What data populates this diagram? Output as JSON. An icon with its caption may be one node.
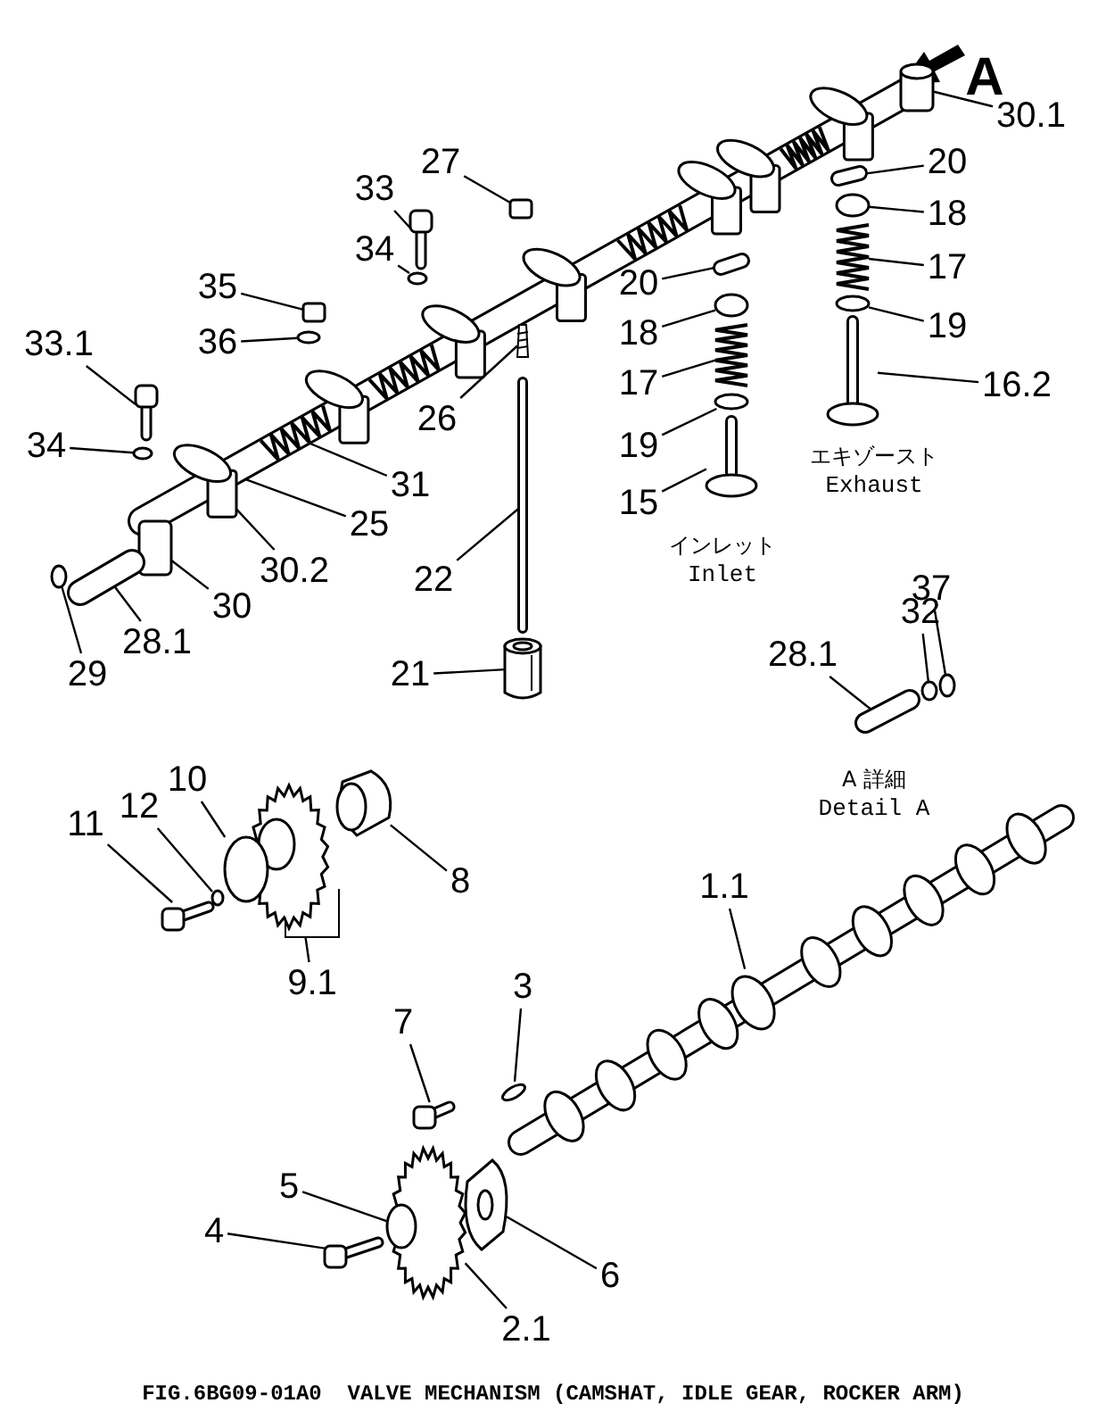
{
  "diagram": {
    "caption": "FIG.6BG09-01A0  VALVE MECHANISM (CAMSHAT, IDLE GEAR, ROCKER ARM)",
    "nodes": [
      {
        "text": [
          "30.1"
        ]
      },
      {
        "text": [
          "20"
        ]
      },
      {
        "text": [
          "18"
        ]
      },
      {
        "text": [
          "17"
        ]
      },
      {
        "text": [
          "19"
        ]
      },
      {
        "text": [
          "16.2"
        ]
      },
      {
        "text": [
          "27"
        ]
      },
      {
        "text": [
          "33"
        ]
      },
      {
        "text": [
          "34"
        ]
      },
      {
        "text": [
          "35"
        ]
      },
      {
        "text": [
          "36"
        ]
      },
      {
        "text": [
          "33.1"
        ]
      },
      {
        "text": [
          "20"
        ]
      },
      {
        "text": [
          "18"
        ]
      },
      {
        "text": [
          "17"
        ]
      },
      {
        "text": [
          "19"
        ]
      },
      {
        "text": [
          "26"
        ]
      },
      {
        "text": [
          "34"
        ]
      },
      {
        "text": [
          "31"
        ]
      },
      {
        "text": [
          "25"
        ]
      },
      {
        "text": [
          "15"
        ]
      },
      {
        "text": [
          "30.2"
        ]
      },
      {
        "text": [
          "30"
        ]
      },
      {
        "text": [
          "22"
        ]
      },
      {
        "text": [
          "28.1"
        ]
      },
      {
        "text": [
          "29"
        ]
      },
      {
        "text": [
          "21"
        ]
      },
      {
        "text": [
          "37"
        ]
      },
      {
        "text": [
          "32"
        ]
      },
      {
        "text": [
          "28.1"
        ]
      },
      {
        "text": [
          "10"
        ]
      },
      {
        "text": [
          "12"
        ]
      },
      {
        "text": [
          "11"
        ]
      },
      {
        "text": [
          "8"
        ]
      },
      {
        "text": [
          "9.1"
        ]
      },
      {
        "text": [
          "1.1"
        ]
      },
      {
        "text": [
          "3"
        ]
      },
      {
        "text": [
          "7"
        ]
      },
      {
        "text": [
          "5"
        ]
      },
      {
        "text": [
          "6"
        ]
      },
      {
        "text": [
          "4"
        ]
      },
      {
        "text": [
          "2.1"
        ]
      },
      {
        "text": [],
        "shape": "box"
      },
      {
        "text": [],
        "shape": "bar"
      },
      {
        "text": [],
        "shape": "circle"
      },
      {
        "text": [],
        "shape": "picture"
      },
      {
        "text": [],
        "shape": "circle"
      },
      {
        "text": [],
        "shape": "picture"
      },
      {
        "text": [],
        "shape": "box"
      },
      {
        "text": [],
        "shape": "picture"
      },
      {
        "text": [],
        "shape": "circle"
      },
      {
        "text": [],
        "shape": "box"
      },
      {
        "text": [],
        "shape": "circle"
      },
      {
        "text": [],
        "shape": "picture"
      },
      {
        "text": [],
        "shape": "bar"
      },
      {
        "text": [],
        "shape": "circle"
      },
      {
        "text": [],
        "shape": "picture"
      },
      {
        "text": [],
        "shape": "circle"
      },
      {
        "text": [],
        "shape": "picture"
      },
      {
        "text": [],
        "shape": "circle"
      },
      {
        "text": [],
        "shape": "picture"
      },
      {
        "text": [],
        "shape": "circle"
      },
      {
        "text": [],
        "shape": "picture"
      },
      {
        "text": [],
        "shape": "box"
      },
      {
        "text": [],
        "shape": "box"
      },
      {
        "text": [],
        "shape": "bar"
      },
      {
        "text": [],
        "shape": "bar"
      },
      {
        "text": [],
        "shape": "circle"
      },
      {
        "text": [],
        "shape": "picture"
      },
      {
        "text": [],
        "shape": "circle"
      },
      {
        "text": [],
        "shape": "circle"
      },
      {
        "text": [],
        "shape": "bar"
      },
      {
        "text": [],
        "shape": "circle"
      },
      {
        "text": [],
        "shape": "circle"
      },
      {
        "text": [],
        "shape": "picture"
      },
      {
        "text": [],
        "shape": "picture"
      },
      {
        "text": [],
        "shape": "picture"
      },
      {
        "text": [],
        "shape": "circle"
      },
      {
        "text": [],
        "shape": "circle"
      },
      {
        "text": [],
        "shape": "picture"
      },
      {
        "text": [],
        "shape": "circle"
      },
      {
        "text": [],
        "shape": "picture"
      },
      {
        "text": [],
        "shape": "picture"
      },
      {
        "text": [],
        "shape": "picture"
      }
    ],
    "edges": [
      {
        "from": 0,
        "to": 42,
        "arrow": "none"
      },
      {
        "from": 1,
        "to": 43,
        "arrow": "none"
      },
      {
        "from": 2,
        "to": 44,
        "arrow": "none"
      },
      {
        "from": 3,
        "to": 45,
        "arrow": "none"
      },
      {
        "from": 4,
        "to": 46,
        "arrow": "none"
      },
      {
        "from": 5,
        "to": 47,
        "arrow": "none"
      },
      {
        "from": 6,
        "to": 48,
        "arrow": "none"
      },
      {
        "from": 7,
        "to": 49,
        "arrow": "none"
      },
      {
        "from": 8,
        "to": 50,
        "arrow": "none"
      },
      {
        "from": 9,
        "to": 51,
        "arrow": "none"
      },
      {
        "from": 10,
        "to": 52,
        "arrow": "none"
      },
      {
        "from": 11,
        "to": 53,
        "arrow": "none"
      },
      {
        "from": 12,
        "to": 54,
        "arrow": "none"
      },
      {
        "from": 13,
        "to": 55,
        "arrow": "none"
      },
      {
        "from": 14,
        "to": 56,
        "arrow": "none"
      },
      {
        "from": 15,
        "to": 57,
        "arrow": "none"
      },
      {
        "from": 16,
        "to": 58,
        "arrow": "none"
      },
      {
        "from": 17,
        "to": 59,
        "arrow": "none"
      },
      {
        "from": 18,
        "to": 60,
        "arrow": "none"
      },
      {
        "from": 19,
        "to": 61,
        "arrow": "none"
      },
      {
        "from": 20,
        "to": 62,
        "arrow": "none"
      },
      {
        "from": 21,
        "to": 63,
        "arrow": "none"
      },
      {
        "from": 22,
        "to": 64,
        "arrow": "none"
      },
      {
        "from": 23,
        "to": 65,
        "arrow": "none"
      },
      {
        "from": 24,
        "to": 66,
        "arrow": "none"
      },
      {
        "from": 25,
        "to": 67,
        "arrow": "none"
      },
      {
        "from": 26,
        "to": 68,
        "arrow": "none"
      },
      {
        "from": 27,
        "to": 69,
        "arrow": "none"
      },
      {
        "from": 28,
        "to": 70,
        "arrow": "none"
      },
      {
        "from": 29,
        "to": 71,
        "arrow": "none"
      },
      {
        "from": 30,
        "to": 72,
        "arrow": "none"
      },
      {
        "from": 31,
        "to": 73,
        "arrow": "none"
      },
      {
        "from": 32,
        "to": 74,
        "arrow": "none"
      },
      {
        "from": 33,
        "to": 75,
        "arrow": "none"
      },
      {
        "from": 34,
        "to": 76,
        "arrow": "none"
      },
      {
        "from": 35,
        "to": 77,
        "arrow": "none"
      },
      {
        "from": 36,
        "to": 78,
        "arrow": "none"
      },
      {
        "from": 37,
        "to": 79,
        "arrow": "none"
      },
      {
        "from": 38,
        "to": 80,
        "arrow": "none"
      },
      {
        "from": 39,
        "to": 81,
        "arrow": "none"
      },
      {
        "from": 40,
        "to": 82,
        "arrow": "none"
      },
      {
        "from": 41,
        "to": 83,
        "arrow": "none"
      }
    ],
    "labels": [
      "A",
      "エキゾースト",
      "Exhaust",
      "インレット",
      "Inlet",
      "A 詳細",
      "Detail A"
    ]
  }
}
